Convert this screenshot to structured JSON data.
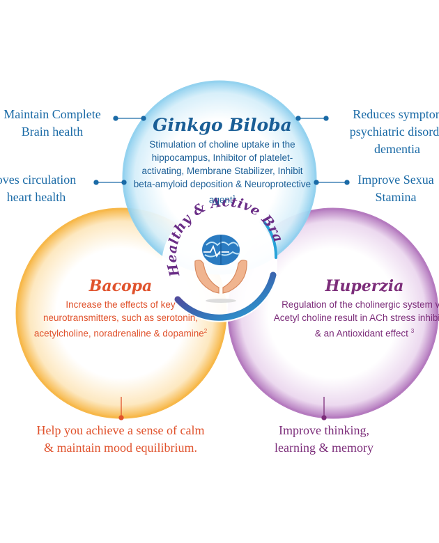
{
  "center_badge": {
    "text": "Healthy & Active Brain",
    "icon": "brain-in-hands-icon"
  },
  "herbs": {
    "ginkgo": {
      "title": "Ginkgo Biloba",
      "description": "Stimulation of choline uptake in the hippocampus, Inhibitor of platelet-activating, Membrane Stabilizer, Inhibit beta-amyloid deposition & Neuroprotective agent",
      "ref": "1"
    },
    "bacopa": {
      "title": "Bacopa",
      "description": "Increase the effects of key neurotransmitters, such as serotonin, acetylcholine, noradrenaline & dopamine",
      "ref": "2"
    },
    "huperzia": {
      "title": "Huperzia",
      "description": "Regulation of the cholinergic system via Acetyl choline result in ACh stress inhibition & an Antioxidant effect",
      "ref": "3"
    }
  },
  "benefits": {
    "brain_health": "Maintain Complete\nBrain health",
    "circulation": "oves circulation\nheart health",
    "symptoms": "Reduces sympton\npsychiatric disorde\ndementia",
    "sexual": "Improve Sexua\nStamina",
    "calm": "Help you achieve a sense of calm\n& maintain mood equilibrium.",
    "memory": "Improve thinking,\nlearning & memory"
  },
  "colors": {
    "blue": "#1a6aa6",
    "orange": "#e0522c",
    "purple": "#7c2d7a",
    "ginkgo_ring": "#8fd0ef",
    "bacopa_ring": "#f7b84a",
    "huperzia_ring": "#b57bbf"
  }
}
